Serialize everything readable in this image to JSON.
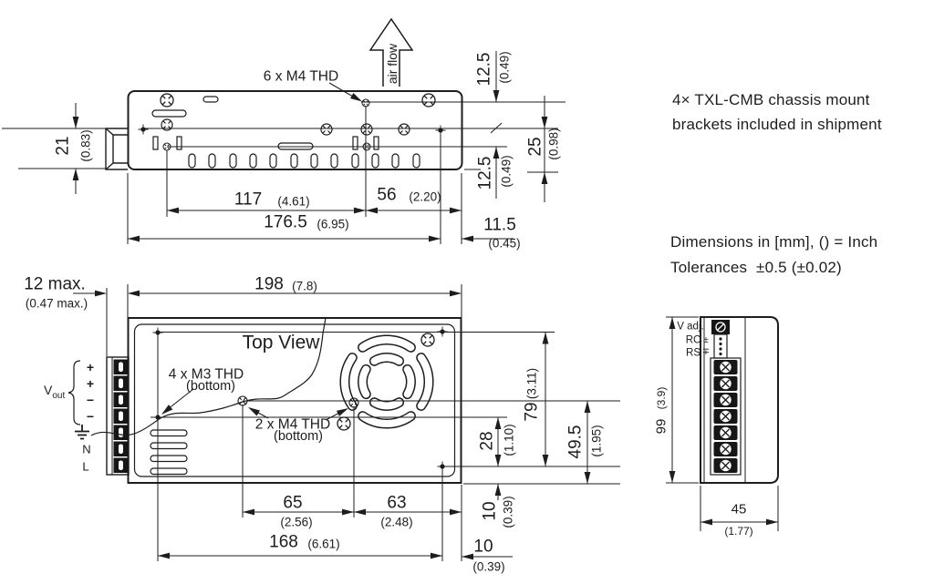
{
  "notes": {
    "bracket_line1": "4× TXL-CMB chassis mount",
    "bracket_line2": "brackets included in shipment",
    "dims_line1": "Dimensions in [mm], () = Inch",
    "dims_line2": "Tolerances  ±0.5 (±0.02)"
  },
  "side_view": {
    "thread_label": "6 x M4 THD",
    "air_flow": "air flow",
    "d117": {
      "mm": "117",
      "inch": "(4.61)"
    },
    "d56": {
      "mm": "56",
      "inch": "(2.20)"
    },
    "d176_5": {
      "mm": "176.5",
      "inch": "(6.95)"
    },
    "d11_5": {
      "mm": "11.5",
      "inch": "(0.45)"
    },
    "d21": {
      "mm": "21",
      "inch": "(0.83)"
    },
    "d12_5_top": {
      "mm": "12.5",
      "inch": "(0.49)"
    },
    "d12_5_bot": {
      "mm": "12.5",
      "inch": "(0.49)"
    },
    "d25": {
      "mm": "25",
      "inch": "(0.98)"
    }
  },
  "top_view": {
    "title": "Top View",
    "m3_line1": "4 x M3 THD",
    "m3_line2": "(bottom)",
    "m4_line1": "2 x M4 THD",
    "m4_line2": "(bottom)",
    "vout_v": "V",
    "vout_sub": "out",
    "terminals": [
      "+",
      "+",
      "−",
      "−"
    ],
    "n_label": "N",
    "l_label": "L",
    "d198": {
      "mm": "198",
      "inch": "(7.8)"
    },
    "d12max": {
      "mm": "12 max.",
      "inch": "(0.47 max.)"
    },
    "d79": {
      "mm": "79",
      "inch": "(3.11)"
    },
    "d28": {
      "mm": "28",
      "inch": "(1.10)"
    },
    "d49_5": {
      "mm": "49.5",
      "inch": "(1.95)"
    },
    "d10_side": {
      "mm": "10",
      "inch": "(0.39)"
    },
    "d65": {
      "mm": "65",
      "inch": "(2.56)"
    },
    "d63": {
      "mm": "63",
      "inch": "(2.48)"
    },
    "d168": {
      "mm": "168",
      "inch": "(6.61)"
    },
    "d10_bottom": {
      "mm": "10",
      "inch": "(0.39)"
    }
  },
  "front_view": {
    "v_adj": "V adj.",
    "rc": "RC",
    "rs": "RS",
    "pins_upper": "±",
    "pins_lower": "∓",
    "d99": {
      "mm": "99",
      "inch": "(3.9)"
    },
    "d45": {
      "mm": "45",
      "inch": "(1.77)"
    }
  }
}
